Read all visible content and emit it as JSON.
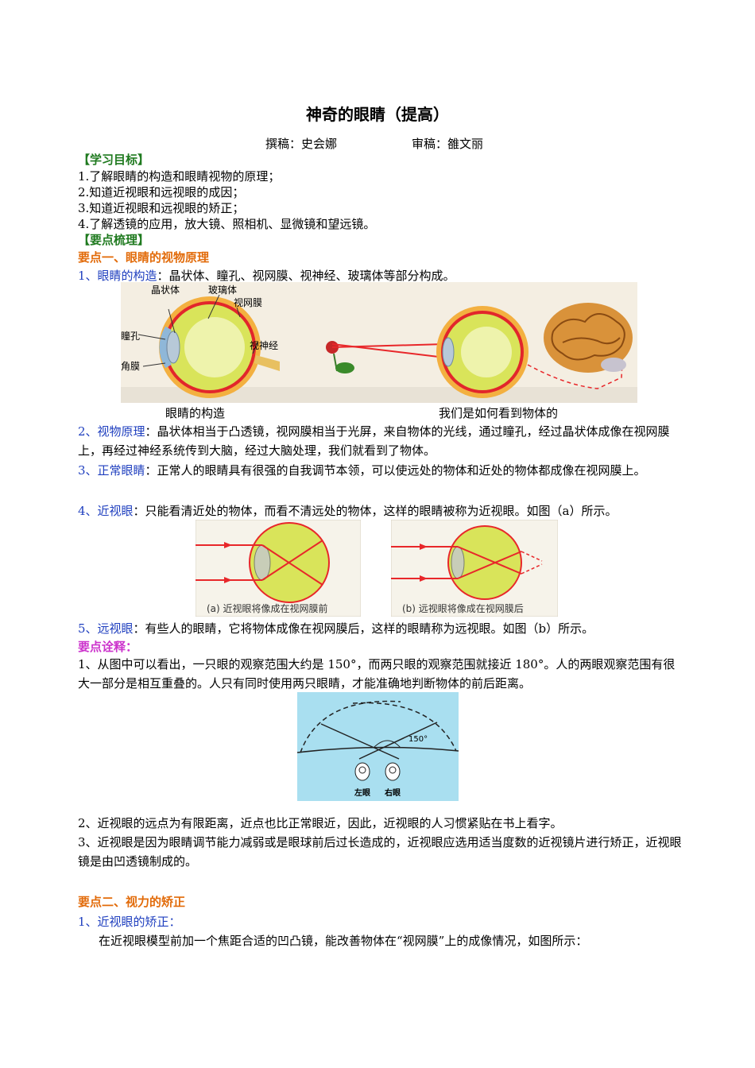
{
  "title": "神奇的眼睛（提高）",
  "authors": {
    "writer": "撰稿：史会娜",
    "reviewer": "审稿：雒文丽"
  },
  "goals": {
    "heading": "【学习目标】",
    "items": [
      "1.了解眼睛的构造和眼睛视物的原理；",
      "2.知道近视眼和远视眼的成因；",
      "3.知道近视眼和远视眼的矫正；",
      "4.了解透镜的应用，放大镜、照相机、显微镜和望远镜。"
    ]
  },
  "summary_heading": "【要点梳理】",
  "section1": {
    "heading": "要点一、眼睛的视物原理",
    "p1_label": "1、眼睛的构造",
    "p1_text": "：晶状体、瞳孔、视网膜、视神经、玻璃体等部分构成。",
    "fig1": {
      "labels": {
        "lens": "晶状体",
        "vitreous": "玻璃体",
        "retina": "视网膜",
        "pupil": "瞳孔",
        "nerve": "视神经",
        "cornea": "角膜"
      },
      "caption_left": "眼睛的构造",
      "caption_right": "我们是如何看到物体的"
    },
    "p2_label": "2、视物原理",
    "p2_text": "：晶状体相当于凸透镜，视网膜相当于光屏，来自物体的光线，通过瞳孔，经过晶状体成像在视网膜上，再经过神经系统传到大脑，经过大脑处理，我们就看到了物体。",
    "p3_label": "3、正常眼睛",
    "p3_text": "：正常人的眼睛具有很强的自我调节本领，可以使远处的物体和近处的物体都成像在视网膜上。",
    "p4_label": "4、近视眼",
    "p4_text": "：只能看清近处的物体，而看不清远处的物体，这样的眼睛被称为近视眼。如图（a）所示。",
    "fig2": {
      "caption_a": "(a) 近视眼将像成在视网膜前",
      "caption_b": "(b) 远视眼将像成在视网膜后"
    },
    "p5_label": "5、远视眼",
    "p5_text": "：有些人的眼睛，它将物体成像在视网膜后，这样的眼睛称为远视眼。如图（b）所示。"
  },
  "notes": {
    "heading": "要点诠释：",
    "n1": "1、从图中可以看出，一只眼的观察范围大约是 150°，而两只眼的观察范围就接近 180°。人的两眼观察范围有很大一部分是相互重叠的。人只有同时使用两只眼睛，才能准确地判断物体的前后距离。",
    "fig3": {
      "angle": "150°",
      "left_eye": "左眼",
      "right_eye": "右眼"
    },
    "n2": "2、近视眼的远点为有限距离，近点也比正常眼近，因此，近视眼的人习惯紧贴在书上看字。",
    "n3": "3、近视眼是因为眼睛调节能力减弱或是眼球前后过长造成的，近视眼应选用适当度数的近视镜片进行矫正，近视眼镜是由凹透镜制成的。"
  },
  "section2": {
    "heading": "要点二、视力的矫正",
    "p1_label": "1、近视眼的矫正：",
    "p1_text": "在近视眼模型前加一个焦距合适的凹凸镜，能改善物体在“视网膜”上的成像情况，如图所示："
  },
  "colors": {
    "green": "#1f7a1f",
    "orange": "#e26b0a",
    "blue": "#1f3fbf",
    "magenta": "#cc33cc",
    "ray": "#e8272a"
  }
}
